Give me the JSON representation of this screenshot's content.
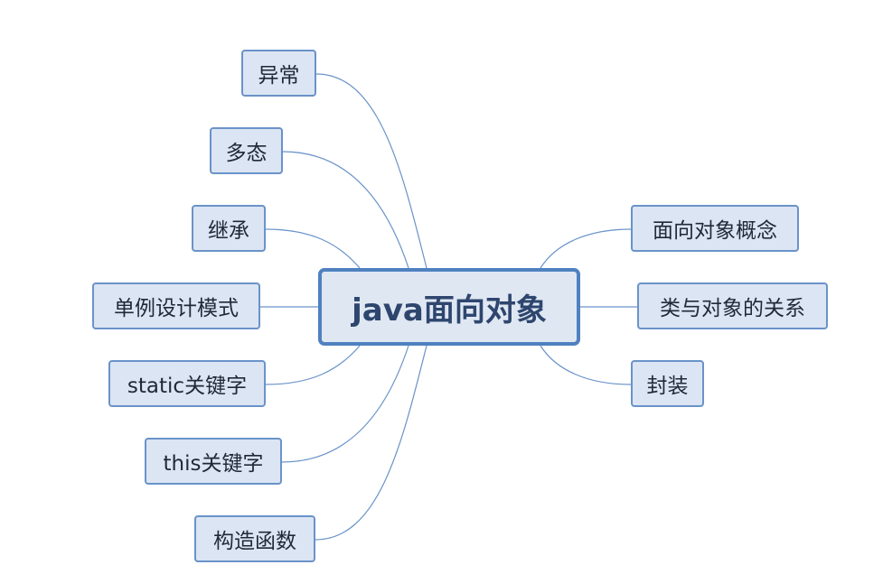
{
  "center_topic": "java面向对象",
  "left_branches": [
    "异常",
    "多态",
    "继承",
    "单例设计模式",
    "static关键字",
    "this关键字",
    "构造函数"
  ],
  "right_branches": [
    "面向对象概念",
    "类与对象的关系",
    "封装"
  ],
  "colors": {
    "node_fill": "#dbe5f3",
    "node_border": "#6a93c9",
    "center_border": "#4f81c0",
    "center_text": "#2e466e",
    "connector": "#6a93c9"
  }
}
